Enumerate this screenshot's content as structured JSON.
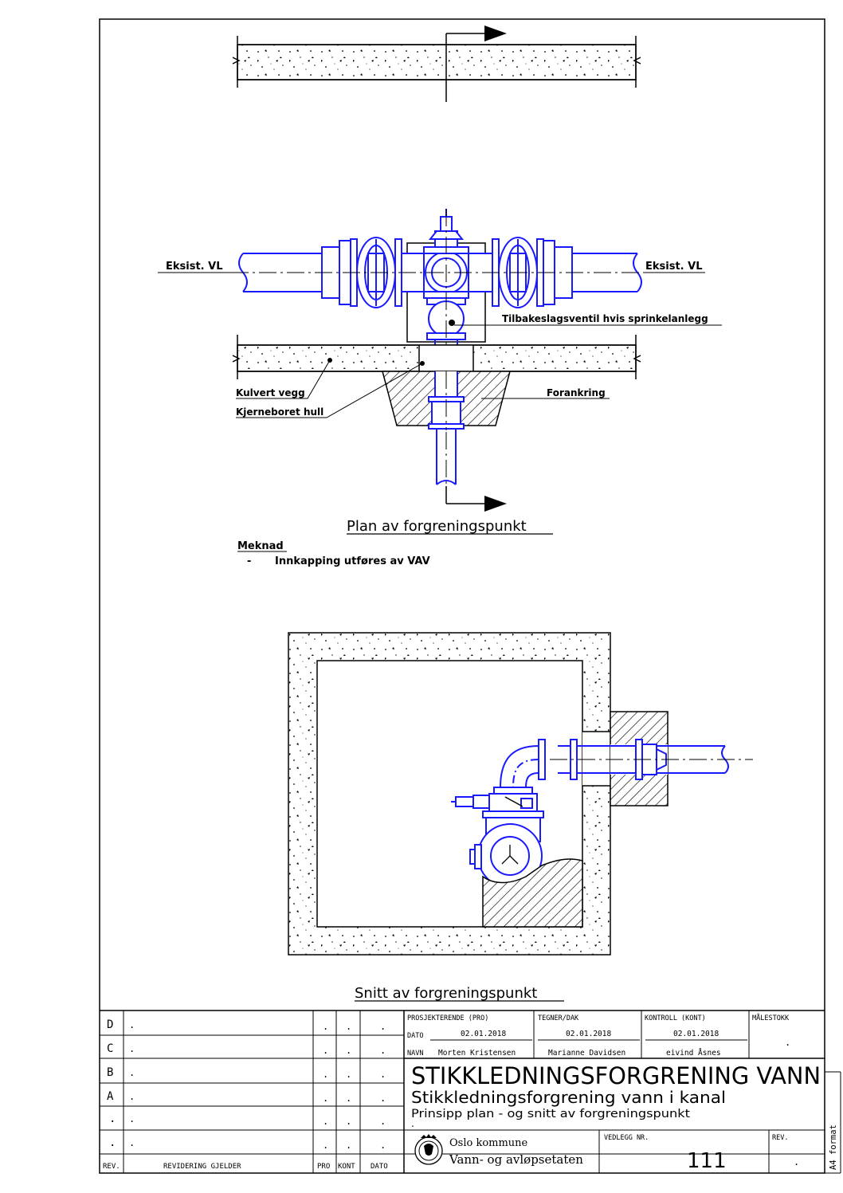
{
  "plan": {
    "title": "Plan av forgreningspunkt",
    "label_left": "Eksist. VL",
    "label_right": "Eksist. VL",
    "label_valve": "Tilbakeslagsventil hvis sprinkelanlegg",
    "label_wall": "Kulvert vegg",
    "label_hole": "Kjerneboret hull",
    "label_anchor": "Forankring"
  },
  "note": {
    "heading": "Meknad",
    "dash": "-",
    "text": "Innkapping utføres av VAV"
  },
  "section": {
    "title": "Snitt av forgreningspunkt"
  },
  "titleblock": {
    "revisions": [
      {
        "rev": "D",
        "desc": ".",
        "pro": ".",
        "kont": ".",
        "dato": "."
      },
      {
        "rev": "C",
        "desc": ".",
        "pro": ".",
        "kont": ".",
        "dato": "."
      },
      {
        "rev": "B",
        "desc": ".",
        "pro": ".",
        "kont": ".",
        "dato": "."
      },
      {
        "rev": "A",
        "desc": ".",
        "pro": ".",
        "kont": ".",
        "dato": "."
      },
      {
        "rev": ".",
        "desc": ".",
        "pro": ".",
        "kont": ".",
        "dato": "."
      },
      {
        "rev": ".",
        "desc": ".",
        "pro": ".",
        "kont": ".",
        "dato": "."
      }
    ],
    "header_rev": "REV.",
    "header_desc": "REVIDERING GJELDER",
    "header_pro": "PRO",
    "header_kont": "KONT",
    "header_dato": "DATO",
    "pro_label": "PROSJEKTERENDE (PRO)",
    "tegner_label": "TEGNER/DAK",
    "kontroll_label": "KONTROLL (KONT)",
    "malestokk_label": "MÅLESTOKK",
    "dato_label": "DATO",
    "navn_label": "NAVN",
    "pro_date": "02.01.2018",
    "tegner_date": "02.01.2018",
    "kontroll_date": "02.01.2018",
    "pro_name": "Morten Kristensen",
    "tegner_name": "Marianne Davidsen",
    "kontroll_name": "eivind Åsnes",
    "malestokk_value": ".",
    "main_title": "STIKKLEDNINGSFORGRENING VANN",
    "subtitle": "Stikkledningsforgrening vann i kanal",
    "subtitle2": "Prinsipp plan - og snitt av forgreningspunkt",
    "subtitle3": ".",
    "org1": "Oslo kommune",
    "org2": "Vann- og avløpsetaten",
    "vedlegg_label": "VEDLEGG NR.",
    "vedlegg_value": "111",
    "rev_label": "REV.",
    "rev_value": ".",
    "format": "A4 format"
  },
  "colors": {
    "pipe": "#1a1aff",
    "line": "#000000"
  }
}
